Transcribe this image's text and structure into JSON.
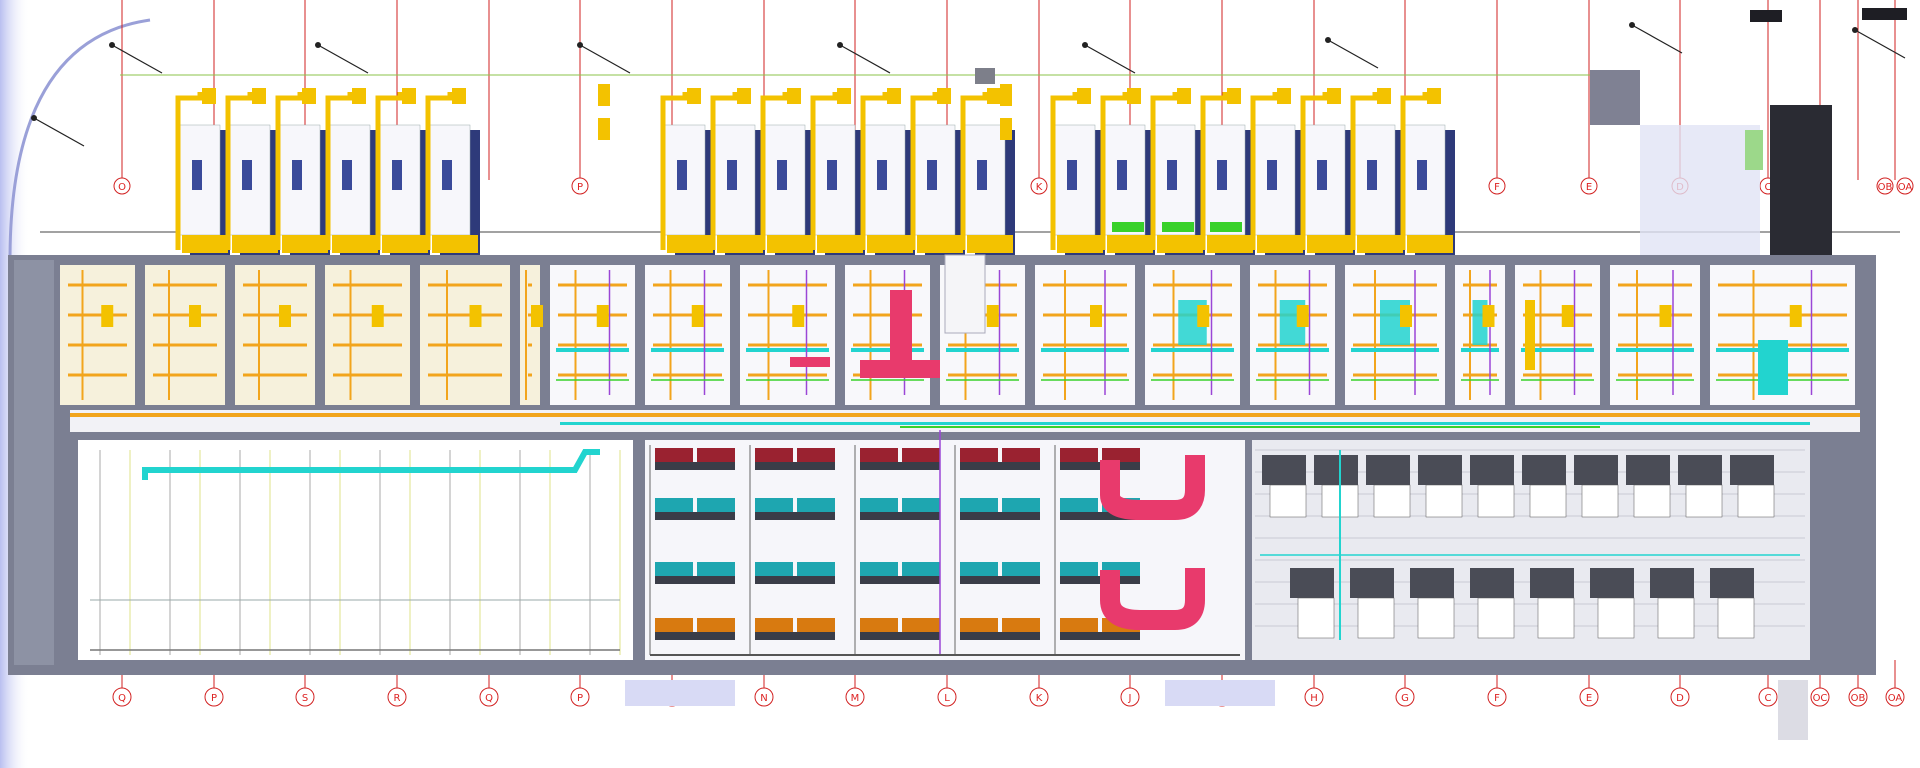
{
  "drawing": {
    "top_gridline_tags": [
      "O",
      "P",
      "K",
      "F",
      "E",
      "D",
      "C",
      "OB",
      "OA"
    ],
    "bottom_gridline_tags": [
      "Q",
      "P",
      "S",
      "R",
      "Q",
      "P",
      "N",
      "N",
      "M",
      "L",
      "K",
      "J",
      "I",
      "H",
      "G",
      "F",
      "E",
      "D",
      "C",
      "OC",
      "OB",
      "OA"
    ]
  },
  "colors": {
    "background": "#ffffff",
    "building_shell": "#7b7f92",
    "room_floor": "#eef0f6",
    "equipment_yellow": "#f3c200",
    "duct_cyan": "#22d4cf",
    "duct_magenta": "#e83a6c",
    "pipe_orange": "#f2a51c",
    "pipe_green": "#39d12a",
    "pipe_purple": "#9b46d6",
    "gridline_red": "#d22222",
    "wall_white": "#f7f7fb",
    "shadow_navy": "#2e3a7a"
  }
}
